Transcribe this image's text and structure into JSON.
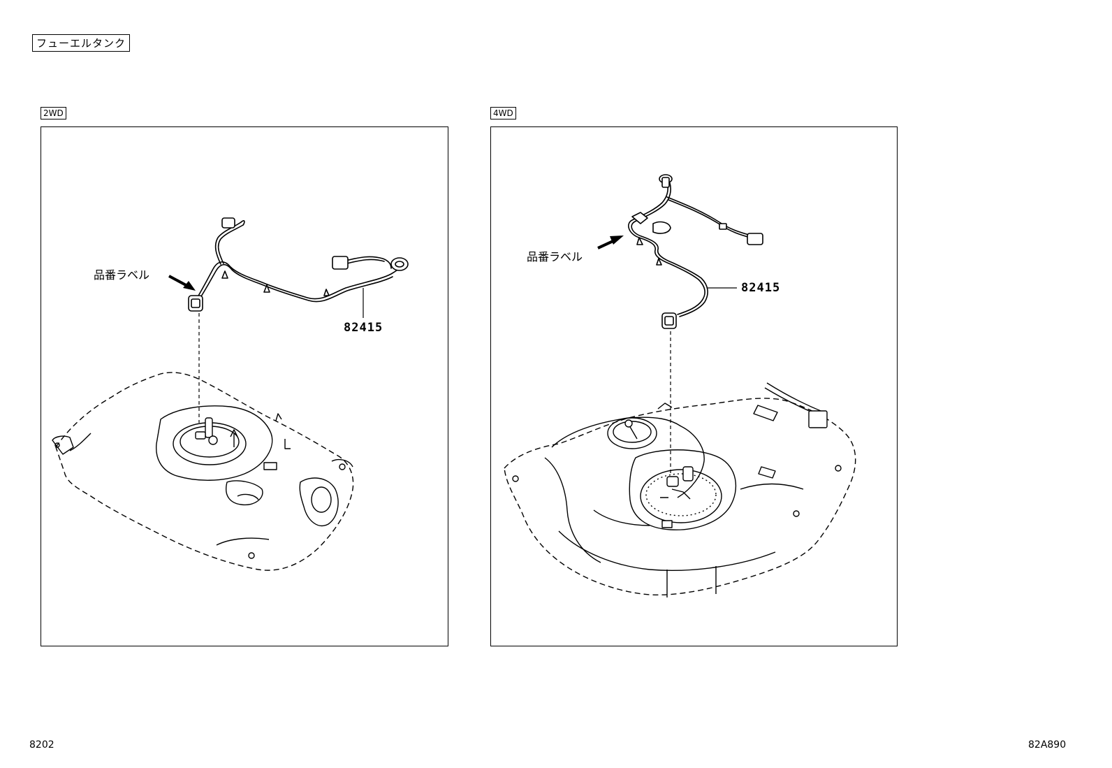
{
  "page": {
    "title": "フューエルタンク",
    "footer_left": "8202",
    "footer_right": "82A890"
  },
  "panels": [
    {
      "tag": "2WD",
      "label_callout": "品番ラベル",
      "part_number": "82415"
    },
    {
      "tag": "4WD",
      "label_callout": "品番ラベル",
      "part_number": "82415"
    }
  ]
}
